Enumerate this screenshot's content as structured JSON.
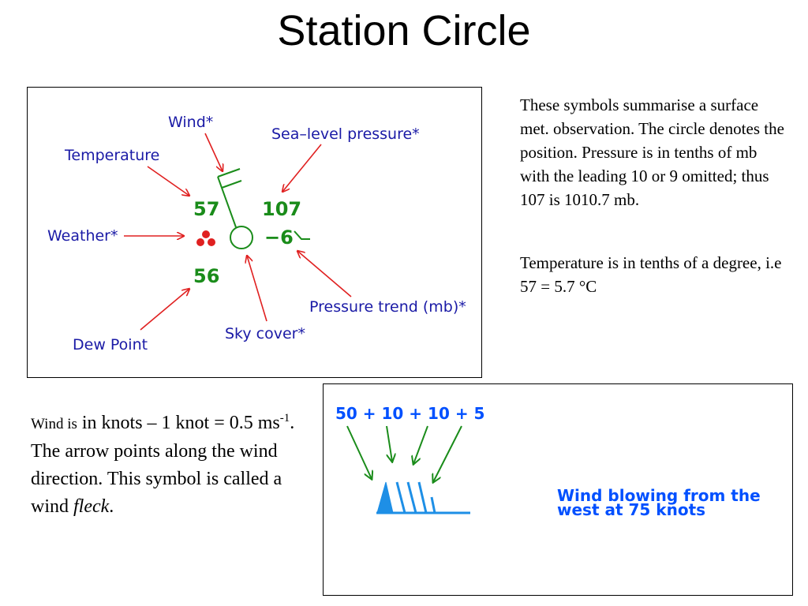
{
  "title": "Station Circle",
  "station": {
    "labels": {
      "wind": "Wind*",
      "sea_level_pressure": "Sea–level pressure*",
      "temperature": "Temperature",
      "weather": "Weather*",
      "pressure_trend": "Pressure trend (mb)*",
      "sky_cover": "Sky cover*",
      "dew_point": "Dew Point"
    },
    "values": {
      "temperature": "57",
      "pressure": "107",
      "trend": "−6",
      "dew_point": "56"
    },
    "colors": {
      "label": "#1a1aa6",
      "value": "#1a8c1a",
      "arrow": "#e02020",
      "weather_dots": "#e02020"
    }
  },
  "description": {
    "para1": "These symbols summarise a surface met. observation. The circle denotes the position. Pressure is in tenths of mb with the leading 10 or 9 omitted; thus 107 is 1010.7 mb.",
    "para2": "Temperature is in tenths of a degree, i.e 57 = 5.7 °C"
  },
  "wind": {
    "text_prefix": "Wind is",
    "text_main": " in knots – 1 knot = 0.5 ms",
    "superscript": "-1",
    "text_after": ". The arrow points along the wind direction. This symbol is called a wind ",
    "text_italic": "fleck",
    "text_end": ".",
    "sum_label": "50 + 10 + 10 + 5",
    "caption_line1": "Wind blowing from the",
    "caption_line2": "west at 75 knots",
    "colors": {
      "symbol": "#1e8fe6",
      "label": "#0050ff",
      "arrow": "#1a8c1a"
    }
  }
}
